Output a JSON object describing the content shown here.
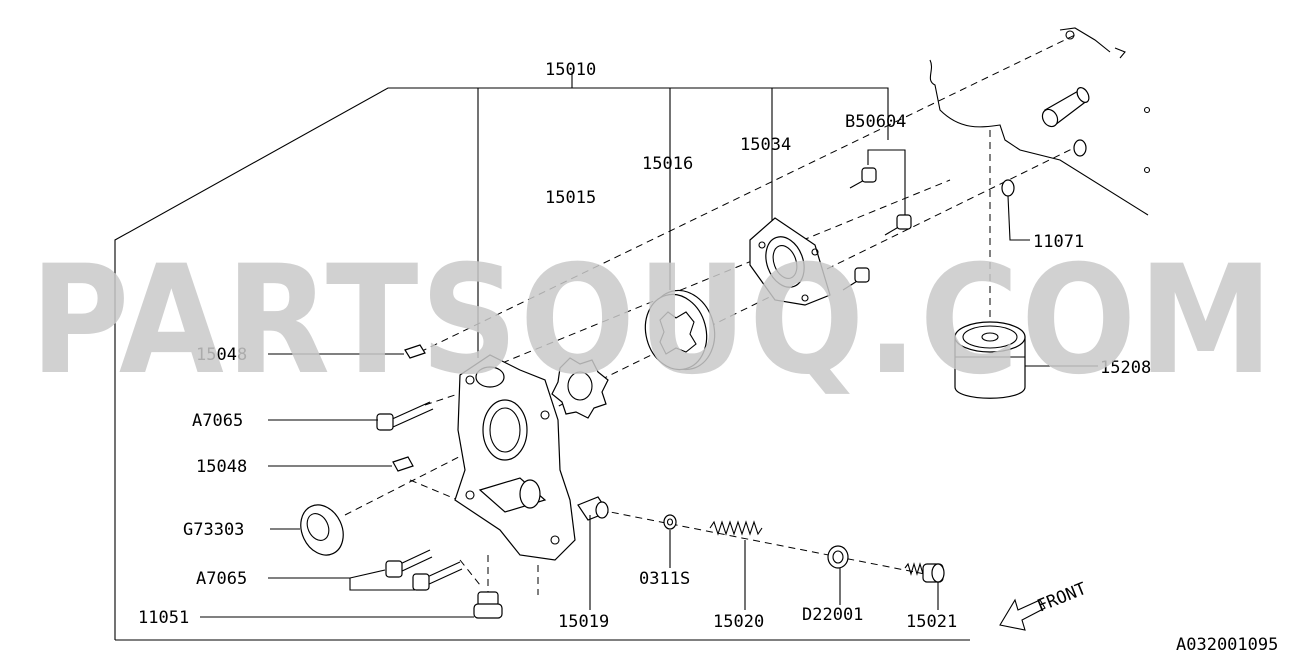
{
  "watermark": "PARTSOUQ.COM",
  "diagram_id": "A032001095",
  "front_label": "FRONT",
  "callouts": {
    "c15010": "15010",
    "c15015": "15015",
    "c15016": "15016",
    "c15034": "15034",
    "cB50604": "B50604",
    "c11071": "11071",
    "c15048a": "15048",
    "cA7065a": "A7065",
    "c15048b": "15048",
    "cG73303": "G73303",
    "cA7065b": "A7065",
    "c11051": "11051",
    "c15019": "15019",
    "c0311S": "0311S",
    "c15020": "15020",
    "cD22001": "D22001",
    "c15021": "15021",
    "c15208": "15208"
  },
  "colors": {
    "line": "#000000",
    "watermark": "#c9c9c9",
    "background": "#ffffff"
  }
}
